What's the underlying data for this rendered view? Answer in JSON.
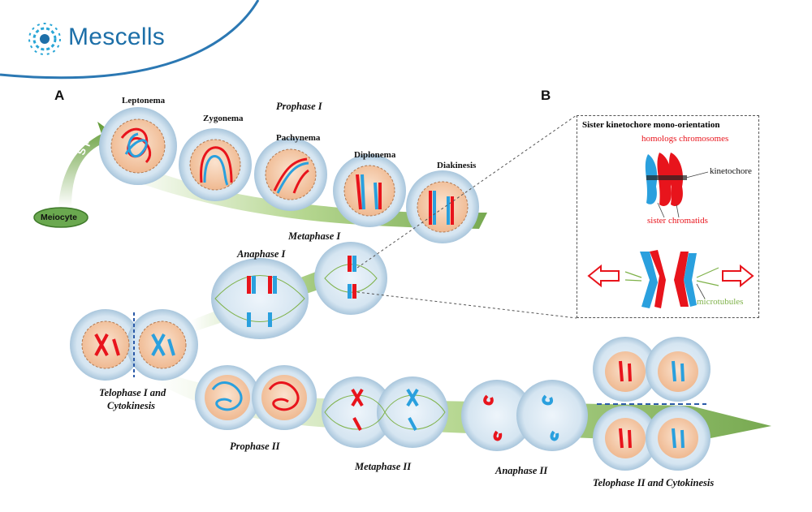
{
  "brand": {
    "name": "Mescells",
    "color": "#1d6fa8"
  },
  "panel_a": "A",
  "panel_b": "B",
  "s_phase": "S phase",
  "meiocyte": "Meiocyte",
  "prophase_i": "Prophase I",
  "substages": [
    "Leptonema",
    "Zygonema",
    "Pachynema",
    "Diplonema",
    "Diakinesis"
  ],
  "stages": {
    "metaphase_i": "Metaphase I",
    "anaphase_i": "Anaphase I",
    "telophase_i_line1": "Telophase I and",
    "telophase_i_line2": "Cytokinesis",
    "prophase_ii": "Prophase II",
    "metaphase_ii": "Metaphase II",
    "anaphase_ii": "Anaphase II",
    "telophase_ii": "Telophase II and Cytokinesis"
  },
  "detail": {
    "title": "Sister kinetochore mono-orientation",
    "homologs": "homologs chromosomes",
    "kinetochore": "kinetochore",
    "sister_chromatids": "sister chromatids",
    "microtubules": "microtubules"
  },
  "colors": {
    "red": "#e8141c",
    "blue": "#2aa0de",
    "arrow_green": "#7fb24a",
    "cell_outer": "#c9dcea",
    "nucleus": "#f3c9a4"
  }
}
